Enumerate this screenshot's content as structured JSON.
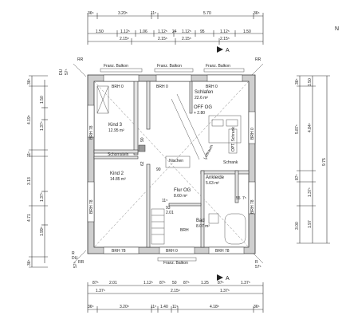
{
  "north": "N",
  "section_marker": "A",
  "top_dims": {
    "row1": [
      "36⁵",
      "3.20⁵",
      "11⁵",
      "5.70",
      "36⁵"
    ],
    "row2": [
      "1.50",
      "1.12⁵",
      "1.06",
      "1.12⁵",
      "24",
      "1.12⁵",
      "95",
      "1.12⁵",
      "1.50"
    ],
    "row3": [
      "2.15⁵",
      "2.15⁵",
      "2.15⁵",
      "2.15⁵"
    ]
  },
  "bottom_dims": {
    "row1": [
      "87⁵",
      "2.01",
      "1.12⁵",
      "87⁵",
      "50",
      "87⁵",
      "1.25",
      "87⁵",
      "1.37⁵"
    ],
    "row2": [
      "1.37⁵",
      "2.15⁵",
      "1.37⁵"
    ],
    "row3": [
      "36⁵",
      "3.20⁵",
      "11⁵",
      "1.40",
      "11⁵",
      "4.18⁵",
      "36⁵"
    ]
  },
  "left_dims": {
    "outer": [
      "36⁵",
      "4.19⁵",
      "11⁵",
      "3.13",
      "4.71",
      "36⁵"
    ],
    "inner": [
      "1.50",
      "1.37⁵",
      "1.37⁵",
      "1.99⁵"
    ]
  },
  "right_dims": {
    "a": [
      "36⁵",
      "5.87⁵",
      "87⁵",
      "3.00"
    ],
    "b": [
      "1.50",
      "4.84⁵",
      "1.37⁵",
      "1.97"
    ],
    "c": [
      "9.75"
    ]
  },
  "balcony": "Franz. Balkon",
  "corner_labels": {
    "rr": "RR",
    "du": "DU",
    "r": "R",
    "dimension": "57⁵"
  },
  "brh": {
    "zero": "BRH 0",
    "seventy_eight": "BRH 78",
    "short": "BRH"
  },
  "rooms": {
    "schlafen": {
      "name": "Schlafen",
      "area": "22.6 m²"
    },
    "off": {
      "name": "OFF OG",
      "value": "+ 2.80"
    },
    "kind3": {
      "name": "Kind 3",
      "area": "12.95 m²"
    },
    "kind2": {
      "name": "Kind 2",
      "area": "14.85 m²"
    },
    "flur": {
      "name": "Flur OG",
      "area": "8.60 m²"
    },
    "ankleide": {
      "name": "Ankleide",
      "area": "5.63 m²"
    },
    "bad": {
      "name": "Bad",
      "area": "8.07 m²"
    }
  },
  "labels": {
    "schornstein": "Schornstein",
    "luftraum": "Luftraum",
    "opt_schrank": "OPT. Schrank",
    "nischen": "Nischen",
    "schrank": "Schrank",
    "small_dims": [
      "90",
      "2.01",
      "11⁵",
      "93",
      "62",
      "90",
      "55",
      "7⁵"
    ]
  }
}
